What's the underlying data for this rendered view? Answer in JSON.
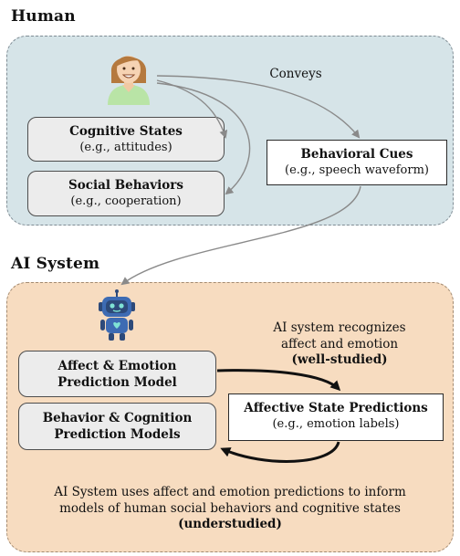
{
  "human": {
    "title": "Human",
    "conveys_label": "Conveys",
    "cognitive_states": {
      "title": "Cognitive States",
      "example": "(e.g., attitudes)"
    },
    "social_behaviors": {
      "title": "Social Behaviors",
      "example": "(e.g., cooperation)"
    },
    "behavioral_cues": {
      "title": "Behavioral Cues",
      "example": "(e.g., speech waveform)"
    }
  },
  "ai": {
    "title": "AI System",
    "recognizes_line1": "AI system recognizes",
    "recognizes_line2": "affect and emotion",
    "recognizes_tag": "(well-studied)",
    "affect_model": {
      "line1": "Affect & Emotion",
      "line2": "Prediction Model"
    },
    "behavior_model": {
      "line1": "Behavior & Cognition",
      "line2": "Prediction Models"
    },
    "affective_predictions": {
      "title": "Affective State Predictions",
      "example": "(e.g., emotion labels)"
    },
    "bottom_line1": "AI System uses affect and emotion predictions to inform",
    "bottom_line2": "models of human social behaviors and cognitive states",
    "bottom_tag": "(understudied)"
  },
  "icons": [
    "person-icon",
    "robot-icon"
  ]
}
